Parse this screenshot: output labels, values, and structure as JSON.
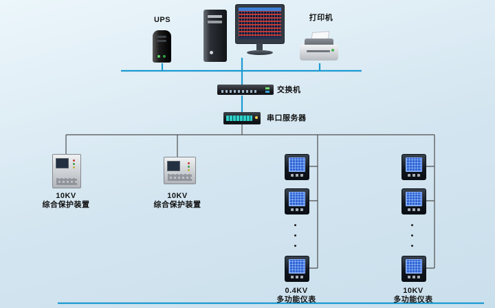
{
  "labels": {
    "ups": "UPS",
    "printer": "打印机",
    "switch": "交换机",
    "serial_server": "串口服务器",
    "protection_1_kv": "10KV",
    "protection_1_type": "综合保护装置",
    "protection_2_kv": "10KV",
    "protection_2_type": "综合保护装置",
    "meter_col_1_kv": "0.4KV",
    "meter_col_1_type": "多功能仪表",
    "meter_col_2_kv": "10KV",
    "meter_col_2_type": "多功能仪表"
  },
  "colors": {
    "background": "#d3e5f0",
    "bus_line": "#1b9ad2",
    "branch_line": "#4d4d4d"
  }
}
